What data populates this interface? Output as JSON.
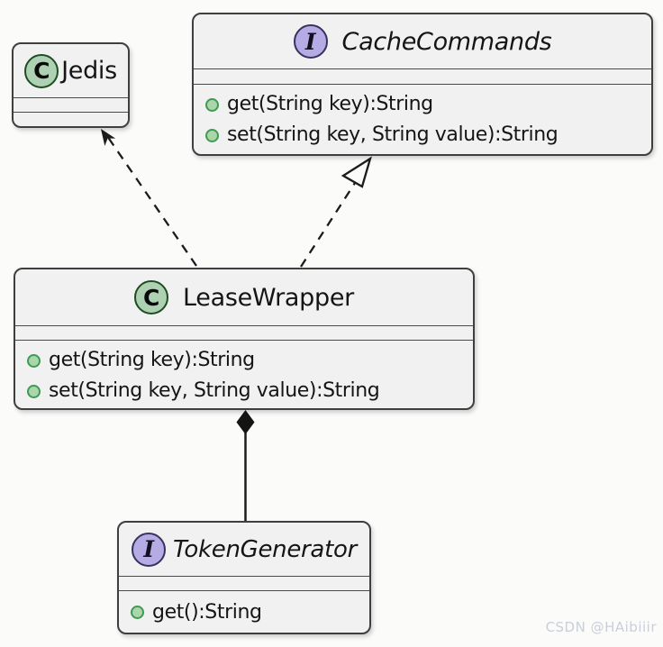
{
  "diagram_type": "uml-class-diagram",
  "classes": {
    "jedis": {
      "kind": "class",
      "icon": "C",
      "name": "Jedis",
      "methods": []
    },
    "cache_commands": {
      "kind": "interface",
      "icon": "I",
      "name": "CacheCommands",
      "methods": [
        "get(String key):String",
        "set(String key, String value):String"
      ]
    },
    "lease_wrapper": {
      "kind": "class",
      "icon": "C",
      "name": "LeaseWrapper",
      "methods": [
        "get(String key):String",
        "set(String key, String value):String"
      ]
    },
    "token_generator": {
      "kind": "interface",
      "icon": "I",
      "name": "TokenGenerator",
      "methods": [
        "get():String"
      ]
    }
  },
  "relations": [
    {
      "from": "LeaseWrapper",
      "to": "Jedis",
      "type": "dependency",
      "line": "dashed",
      "head": "open-arrow"
    },
    {
      "from": "LeaseWrapper",
      "to": "CacheCommands",
      "type": "realization",
      "line": "dashed",
      "head": "hollow-triangle"
    },
    {
      "from": "LeaseWrapper",
      "to": "TokenGenerator",
      "type": "composition",
      "line": "solid",
      "head": "filled-diamond"
    }
  ],
  "watermark": {
    "text": "CSDN @HAibiiir"
  },
  "colors": {
    "canvas_bg": "#FBFBFA",
    "box_bg": "#F1F1F1",
    "box_border": "#3F3F3F",
    "class_icon_bg": "#ADD1B2",
    "interface_icon_bg": "#B6ABE4",
    "method_dot_bg": "#A9D7AB",
    "method_dot_border": "#3E9B52",
    "line_color": "#1C1C1C",
    "watermark_color": "#C9CED8"
  }
}
